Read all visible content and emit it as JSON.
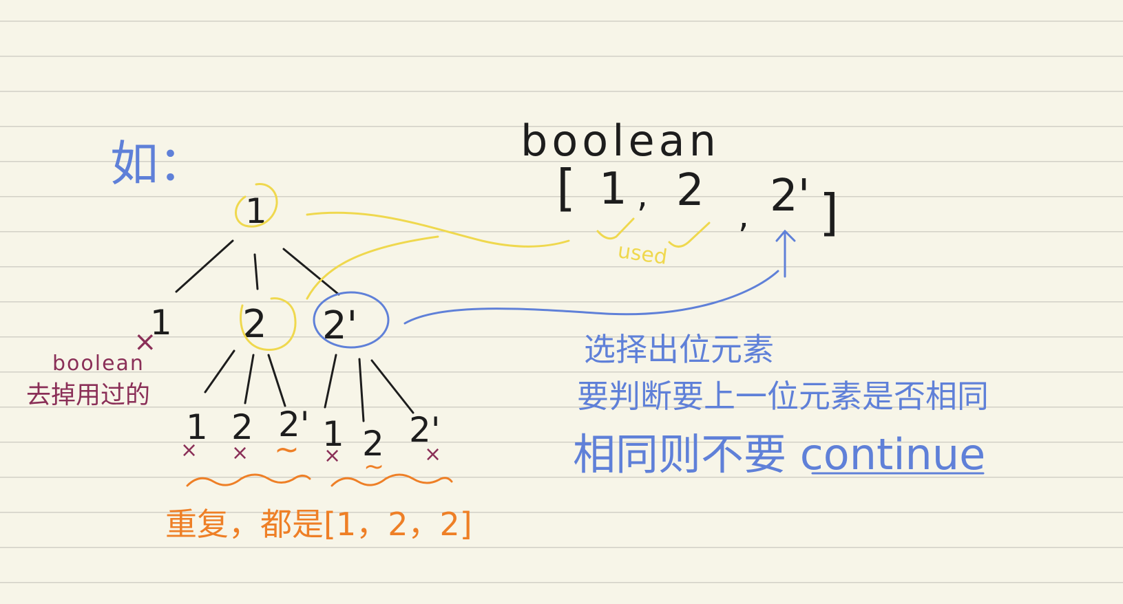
{
  "title_mark": "如：",
  "boolean_label": "boolean",
  "array": {
    "open": "[",
    "items": [
      "1",
      "2",
      "2'"
    ],
    "sep": ",",
    "close": "]"
  },
  "used_label": "used",
  "tree": {
    "root": "1",
    "level1": [
      "1",
      "2",
      "2'"
    ],
    "level1_mark": "×",
    "level2_left": [
      "1",
      "2",
      "2'"
    ],
    "level2_right": [
      "1",
      "2",
      "2'"
    ],
    "mark_x": "×",
    "mark_dup": "~"
  },
  "left_note": {
    "title": "boolean",
    "text": "去掉用过的"
  },
  "bottom_note": "重复，都是[1，2，2]",
  "right_notes": [
    "选择出位元素",
    "要判断要上一位元素是否相同",
    "相同则不要 continue"
  ],
  "colors": {
    "black": "#1d1d1d",
    "blue": "#5f80d8",
    "yellow": "#efd84e",
    "orange": "#ee7f26",
    "purple": "#8a2f57",
    "paper": "#f7f5e8",
    "lines": "#d2d0c6"
  }
}
